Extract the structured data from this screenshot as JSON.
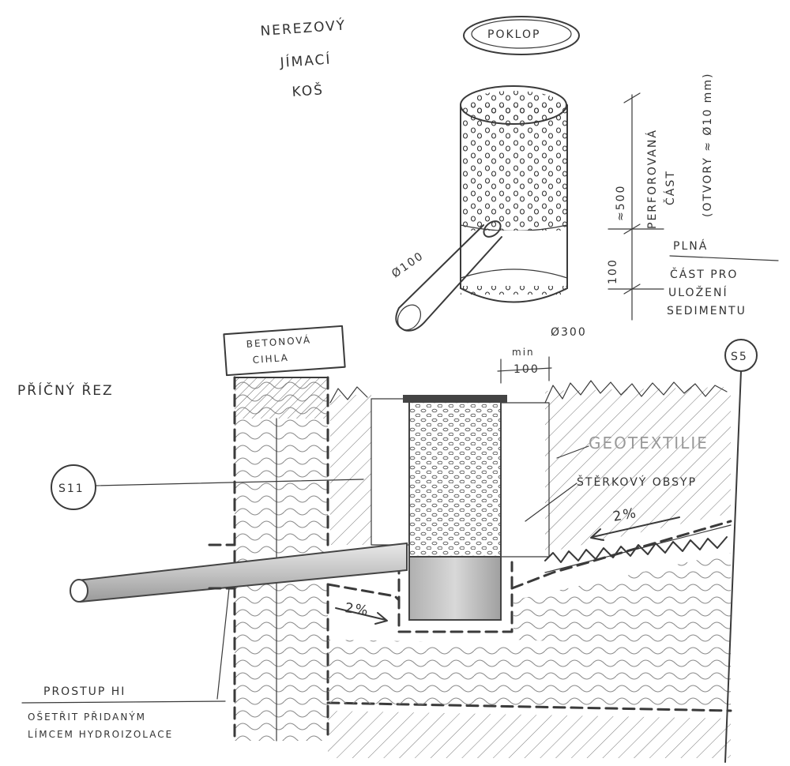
{
  "labels": {
    "basket_title": [
      "NEREZOVÝ",
      "JÍMACÍ",
      "KOŠ"
    ],
    "lid": "POKLOP",
    "dim_height_perforated": "≈500",
    "perforated_part": [
      "PERFOROVANÁ",
      "ČÁST"
    ],
    "holes": "(OTVORY ≈ Ø10 mm)",
    "dim_height_solid": "100",
    "solid_part": [
      "PLNÁ",
      "ČÁST PRO",
      "ULOŽENÍ",
      "SEDIMENTU"
    ],
    "pipe_diameter": "Ø100",
    "basket_diameter": "Ø300",
    "brick": [
      "BETONOVÁ",
      "CIHLA"
    ],
    "section_title": "PŘÍČNÝ ŘEZ",
    "min_label": "min",
    "min_value": "100",
    "tag_left": "S11",
    "tag_right": "S5",
    "geotextile": "GEOTEXTILIE",
    "gravel": "ŠTĚRKOVÝ OBSYP",
    "slope_right": "2%",
    "slope_bottom": "2%",
    "penetration": "PROSTUP HI",
    "penetration_note": [
      "OŠETŘIT PŘIDANÝM",
      "LÍMCEM HYDROIZOLACE"
    ]
  },
  "colors": {
    "ink": "#3a3a3a",
    "paper": "#ffffff",
    "shade": "#b8b8b8"
  }
}
